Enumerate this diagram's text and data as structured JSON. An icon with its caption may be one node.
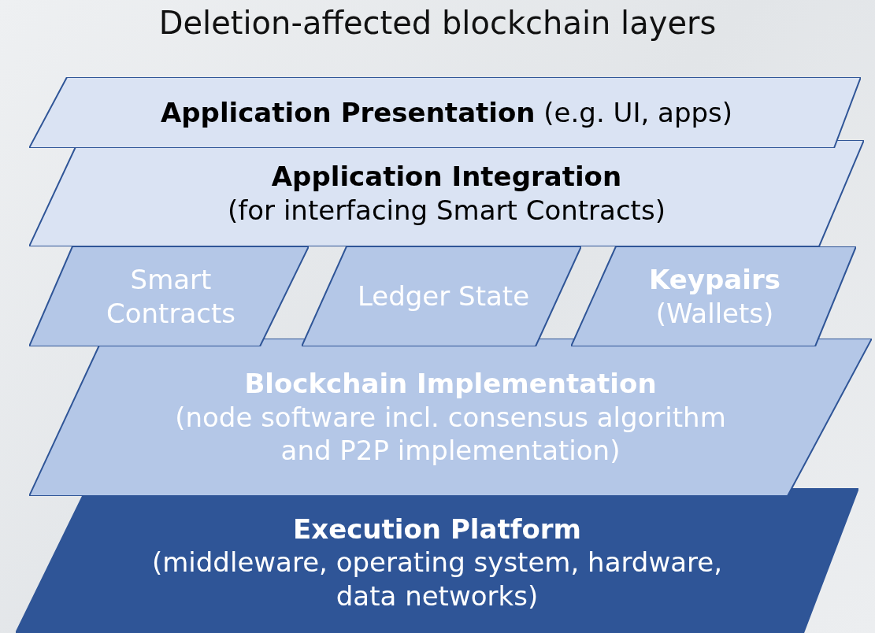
{
  "diagram": {
    "title": "Deletion-affected blockchain layers",
    "nodes": [
      {
        "text": [
          "**Application Presentation** (e.g. UI, apps)"
        ]
      },
      {
        "text": [
          "Application Integration",
          "(for interfacing Smart Contracts)"
        ]
      },
      {
        "text": [
          "Smart Contracts"
        ]
      },
      {
        "text": [
          "Ledger State"
        ]
      },
      {
        "text": [
          "Keypairs",
          "(Wallets)"
        ]
      },
      {
        "text": [
          "Blockchain Implementation",
          "(node software incl. consensus algorithm and P2P implementation)"
        ]
      },
      {
        "text": [
          "Execution Platform",
          "(middleware, operating system, hardware, data networks)"
        ]
      }
    ]
  }
}
